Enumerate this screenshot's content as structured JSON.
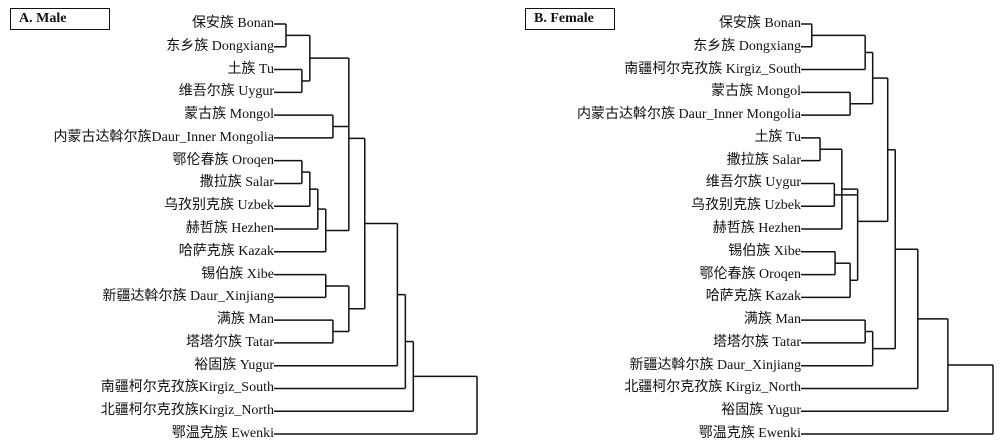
{
  "panels": [
    {
      "title": "A. Male",
      "labels": [
        "保安族  Bonan",
        "东乡族  Dongxiang",
        "土族  Tu",
        "维吾尔族  Uygur",
        "蒙古族  Mongol",
        "内蒙古达斡尔族Daur_Inner Mongolia",
        "鄂伦春族  Oroqen",
        "撒拉族  Salar",
        "乌孜别克族  Uzbek",
        "赫哲族  Hezhen",
        "哈萨克族  Kazak",
        "锡伯族  Xibe",
        "新疆达斡尔族 Daur_Xinjiang",
        "满族  Man",
        "塔塔尔族  Tatar",
        "裕固族  Yugur",
        "南疆柯尔克孜族Kirgiz_South",
        "北疆柯尔克孜族Kirgiz_North",
        "鄂温克族  Ewenki"
      ],
      "tree": {
        "d": 25,
        "c": [
          {
            "d": 17,
            "c": [
              {
                "d": 16,
                "c": [
                  {
                    "d": 15,
                    "c": [
                      {
                        "d": 10.9,
                        "c": [
                          {
                            "d": 8.9,
                            "c": [
                              {
                                "d": 4,
                                "c": [
                                  {
                                    "d": 1,
                                    "c": [
                                      0,
                                      1
                                    ]
                                  },
                                  {
                                    "d": 3,
                                    "c": [
                                      2,
                                      3
                                    ]
                                  }
                                ]
                              },
                              {
                                "d": 6.9,
                                "c": [
                                  4,
                                  5
                                ]
                              },
                              {
                                "d": 6,
                                "c": [
                                  {
                                    "d": 5,
                                    "c": [
                                      {
                                        "d": 4,
                                        "c": [
                                          {
                                            "d": 3,
                                            "c": [
                                              6,
                                              7
                                            ]
                                          },
                                          8
                                        ]
                                      },
                                      9
                                    ]
                                  },
                                  10
                                ]
                              }
                            ]
                          },
                          {
                            "d": 8.9,
                            "c": [
                              {
                                "d": 6,
                                "c": [
                                  11,
                                  12
                                ]
                              },
                              {
                                "d": 6.9,
                                "c": [
                                  13,
                                  14
                                ]
                              }
                            ]
                          }
                        ]
                      },
                      15
                    ]
                  },
                  16
                ]
              },
              17
            ]
          },
          18
        ]
      }
    },
    {
      "title": "B. Female",
      "labels": [
        "保安族  Bonan",
        "东乡族  Dongxiang",
        "南疆柯尔克孜族 Kirgiz_South",
        "蒙古族  Mongol",
        "内蒙古达斡尔族 Daur_Inner Mongolia",
        "土族  Tu",
        "撒拉族  Salar",
        "维吾尔族  Uygur",
        "乌孜别克族  Uzbek",
        "赫哲族  Hezhen",
        "锡伯族  Xibe",
        "鄂伦春族  Oroqen",
        "哈萨克族  Kazak",
        "满族  Man",
        "塔塔尔族  Tatar",
        "新疆达斡尔族 Daur_Xinjiang",
        "北疆柯尔克孜族 Kirgiz_North",
        "裕固族  Yugur",
        "鄂温克族  Ewenki"
      ],
      "tree": {
        "d": 25,
        "c": [
          {
            "d": 19,
            "c": [
              {
                "d": 15,
                "c": [
                  {
                    "d": 12,
                    "c": [
                      {
                        "d": 11,
                        "c": [
                          {
                            "d": 9,
                            "c": [
                              {
                                "d": 8,
                                "c": [
                                  {
                                    "d": 0.9,
                                    "c": [
                                      0,
                                      1
                                    ]
                                  },
                                  2
                                ]
                              },
                              {
                                "d": 6,
                                "c": [
                                  3,
                                  4
                                ]
                              }
                            ]
                          },
                          {
                            "d": 7,
                            "c": [
                              {
                                "d": 4.9,
                                "c": [
                                  {
                                    "d": 2,
                                    "c": [
                                      5,
                                      6
                                    ]
                                  },
                                  9
                                ]
                              },
                              {
                                "d": 3.9,
                                "c": [
                                  7,
                                  8
                                ]
                              },
                              {
                                "d": 6,
                                "c": [
                                  {
                                    "d": 4,
                                    "c": [
                                      10,
                                      11
                                    ]
                                  },
                                  12
                                ]
                              }
                            ]
                          }
                        ]
                      },
                      {
                        "d": 9,
                        "c": [
                          {
                            "d": 8,
                            "c": [
                              13,
                              14
                            ]
                          },
                          15
                        ]
                      }
                    ]
                  },
                  16
                ]
              },
              17
            ]
          },
          18
        ]
      }
    }
  ]
}
